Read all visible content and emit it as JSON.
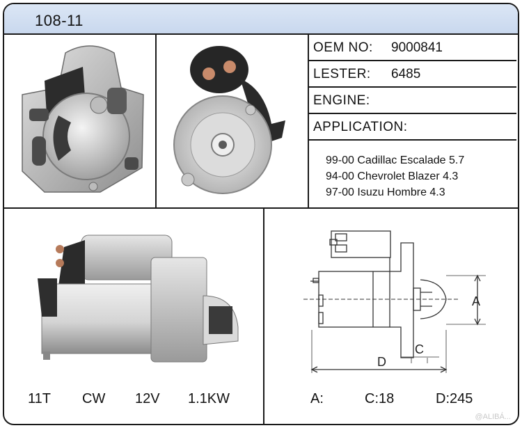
{
  "model_number": "108-11",
  "specs": {
    "oem": {
      "label": "OEM NO:",
      "value": "9000841"
    },
    "lester": {
      "label": "LESTER:",
      "value": "6485"
    },
    "engine": {
      "label": "ENGINE:",
      "value": ""
    },
    "application": {
      "label": "APPLICATION:"
    }
  },
  "applications": [
    "99-00 Cadillac Escalade 5.7",
    "94-00 Chevrolet Blazer 4.3",
    "97-00  Isuzu Hombre 4.3"
  ],
  "electrical": {
    "teeth": "11T",
    "rotation": "CW",
    "voltage": "12V",
    "power": "1.1KW"
  },
  "dimensions": {
    "a_label": "A:",
    "c_label": "C:18",
    "d_label": "D:245",
    "drawing_a": "A",
    "drawing_c": "C",
    "drawing_d": "D"
  },
  "watermark": "@ALIBÁ..."
}
